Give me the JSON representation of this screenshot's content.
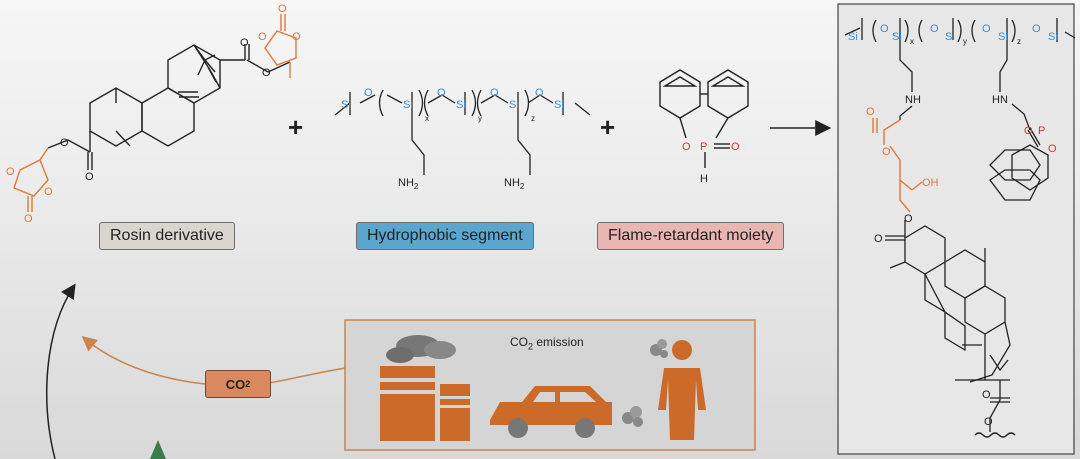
{
  "labels": {
    "rosin": "Rosin derivative",
    "hydrophobic": "Hydrophobic segment",
    "flame": "Flame-retardant moiety"
  },
  "co2_label": {
    "main": "CO",
    "sub": "2"
  },
  "emission_label": {
    "main": "CO",
    "sub": "2",
    "rest": " emission"
  },
  "plus_sign": "+",
  "atoms": {
    "si": "Si",
    "o": "O",
    "p": "P",
    "h": "H",
    "nh": "NH",
    "hn": "HN",
    "oh": "OH",
    "nh2": "NH",
    "nh2_sub": "2",
    "x": "x",
    "y": "y",
    "z": "z"
  },
  "colors": {
    "orange": "#e0783a",
    "blue": "#3a8fd0",
    "red": "#e0322b",
    "rosin_fill": "#d8d6cf",
    "hydro_fill": "#5aa6cf",
    "flame_fill": "#e9b6b2",
    "emission_panel": "#d5d5d5",
    "emission_border": "#c9854c",
    "silhouette": "#cc6a2a"
  }
}
